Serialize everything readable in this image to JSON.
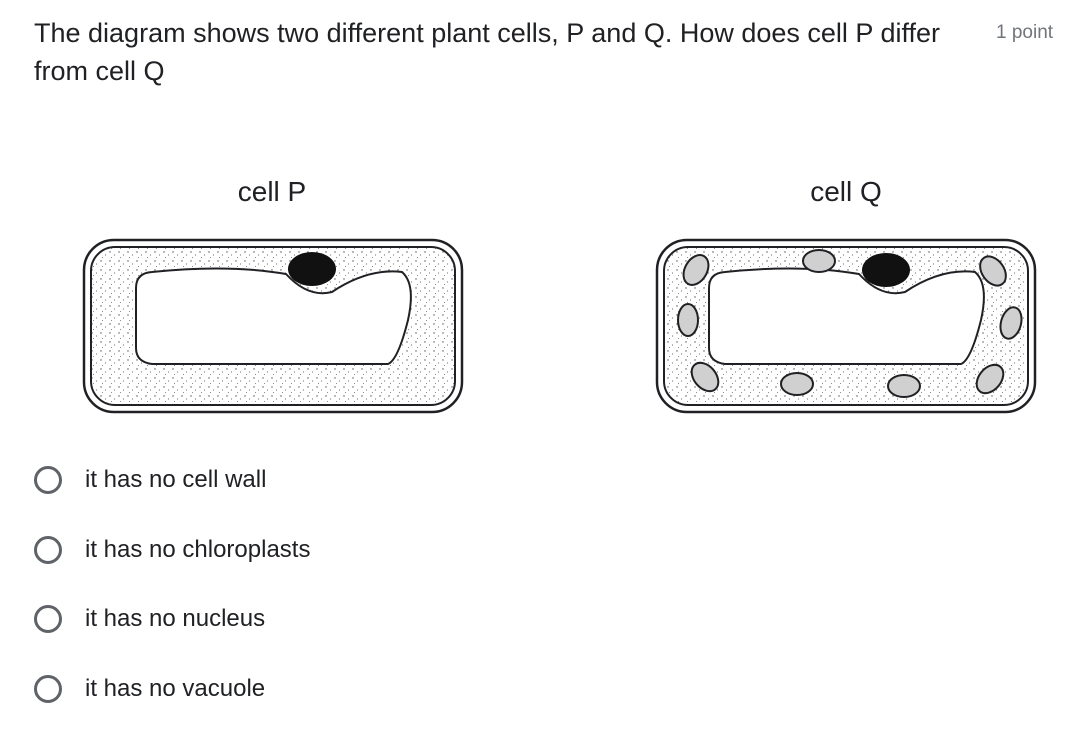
{
  "question": {
    "title": "The diagram shows two different plant cells, P and Q. How does cell P differ from cell Q",
    "points": "1 point"
  },
  "figure": {
    "cells": [
      {
        "label": "cell P",
        "organelles": [
          "cell-wall",
          "cytoplasm",
          "nucleus",
          "vacuole"
        ]
      },
      {
        "label": "cell Q",
        "organelles": [
          "cell-wall",
          "cytoplasm",
          "nucleus",
          "vacuole",
          "chloroplasts"
        ]
      }
    ],
    "colors": {
      "outline": "#202124",
      "nucleus": "#111111",
      "chloroplast": "#d0d0d0"
    }
  },
  "options": [
    {
      "label": "it has no cell wall"
    },
    {
      "label": "it has no chloroplasts"
    },
    {
      "label": "it has no nucleus"
    },
    {
      "label": "it has no vacuole"
    }
  ]
}
